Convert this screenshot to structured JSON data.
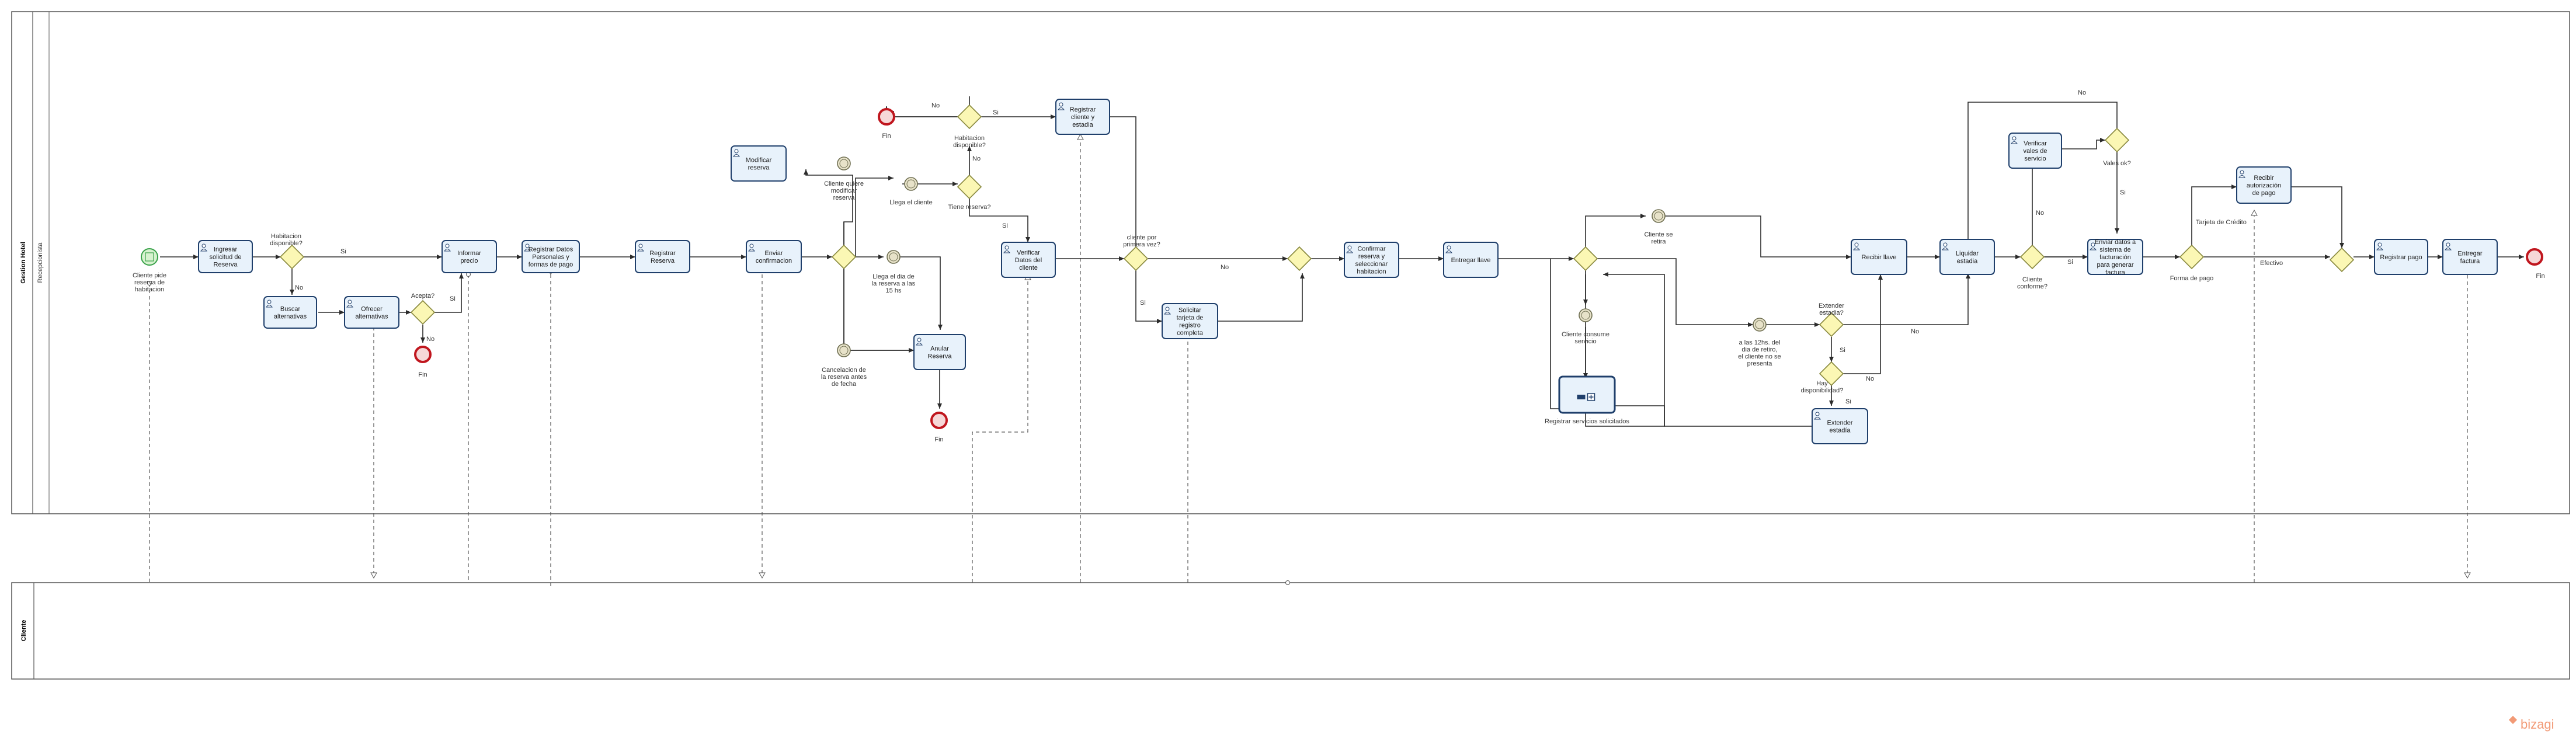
{
  "pools": [
    {
      "name": "Gestion Hotel",
      "lanes": [
        "Recepcionista"
      ]
    },
    {
      "name": "Cliente"
    }
  ],
  "tasks": {
    "t1": "Ingresar solicitud de Reserva",
    "t2": "Buscar alternativas",
    "t3": "Ofrecer alternativas",
    "t4": "Informar precio",
    "t5": "Registrar Datos Personales y formas de pago",
    "t6": "Registrar Reserva",
    "t7": "Enviar confirmacion",
    "t8": "Modificar reserva",
    "t9": "Anular Reserva",
    "t10": "Registrar cliente y estadia",
    "t11": "Verificar Datos del cliente",
    "t12": "Solicitar tarjeta de registro completa",
    "t13": "Confirmar reserva y seleccionar habitacion",
    "t14": "Entregar llave",
    "t15": "Registrar servicios solicitados",
    "t16": "Recibir llave",
    "t17": "Liquidar estadia",
    "t18": "Verificar vales de servicio",
    "t19": "Enviar datos a sistema de facturación para generar factura",
    "t20": "Recibir autorización de pago",
    "t21": "Registrar pago",
    "t22": "Entregar factura",
    "t23": "Extender estadía"
  },
  "events": {
    "start": "Cliente pide reserva de habitacion",
    "end1": "Fin",
    "end2": "Fin",
    "end3": "Fin",
    "end4": "Fin",
    "e_modify": "Cliente quiere modificar reserva",
    "e_cancel": "Cancelacion de la reserva antes de fecha",
    "e_dayof": "Llega el dia de la reserva a las 15 hs",
    "e_arrive": "Llega el cliente",
    "e_leaves": "Cliente se retira",
    "e_consumes": "Cliente consume servicio",
    "e_12hs": "a las 12hs. del dia de retiro, el cliente no se presenta"
  },
  "gateways": {
    "g_avail": "Habitacion disponible?",
    "g_accept": "Acepta?",
    "g_hasres": "Tiene reserva?",
    "g_avail2": "Habitacion disponible?",
    "g_known": "cliente por primera vez?",
    "g_extend": "Extender estadia?",
    "g_avail3": "Hay disponibilidad?",
    "g_agree": "Cliente conforme?",
    "g_valeok": "Vales ok?",
    "g_pay": "Forma de pago"
  },
  "flow_labels": {
    "si": "Si",
    "no": "No",
    "credit": "Tarjeta de Crédito",
    "cash": "Efectivo"
  },
  "watermark": "bizagi"
}
